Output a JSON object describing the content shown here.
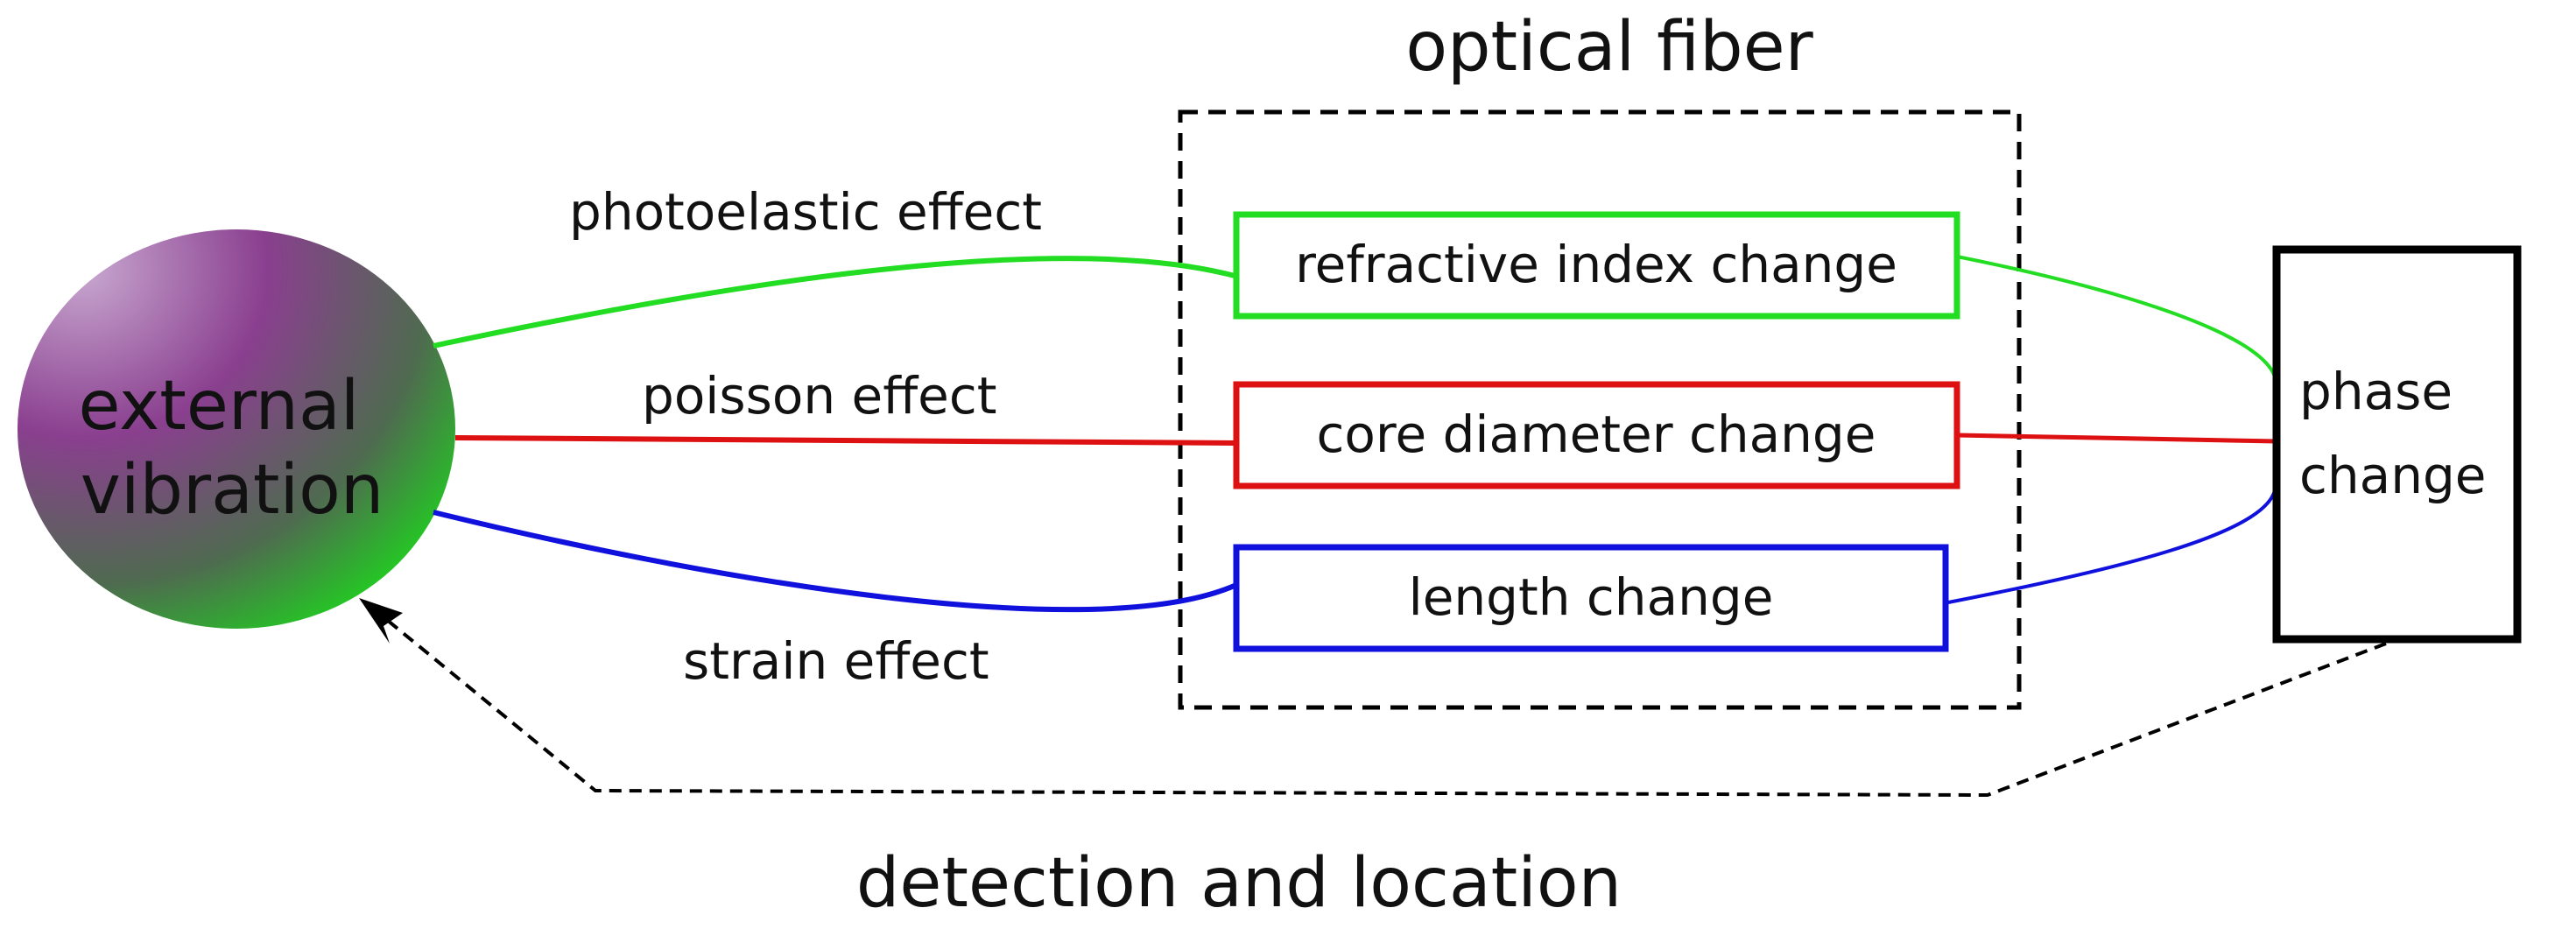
{
  "diagram": {
    "source": {
      "label_line1": "external",
      "label_line2": "vibration"
    },
    "container": {
      "title": "optical fiber"
    },
    "effects": {
      "green": {
        "label": "photoelastic effect",
        "color": "#22dd22"
      },
      "red": {
        "label": "poisson effect",
        "color": "#dd1111"
      },
      "blue": {
        "label": "strain effect",
        "color": "#1111dd"
      }
    },
    "boxes": {
      "refractive": {
        "label": "refractive index change"
      },
      "core": {
        "label": "core diameter change"
      },
      "length": {
        "label": "length change"
      }
    },
    "output": {
      "label_line1": "phase",
      "label_line2": "change"
    },
    "feedback": {
      "label": "detection and location"
    }
  }
}
